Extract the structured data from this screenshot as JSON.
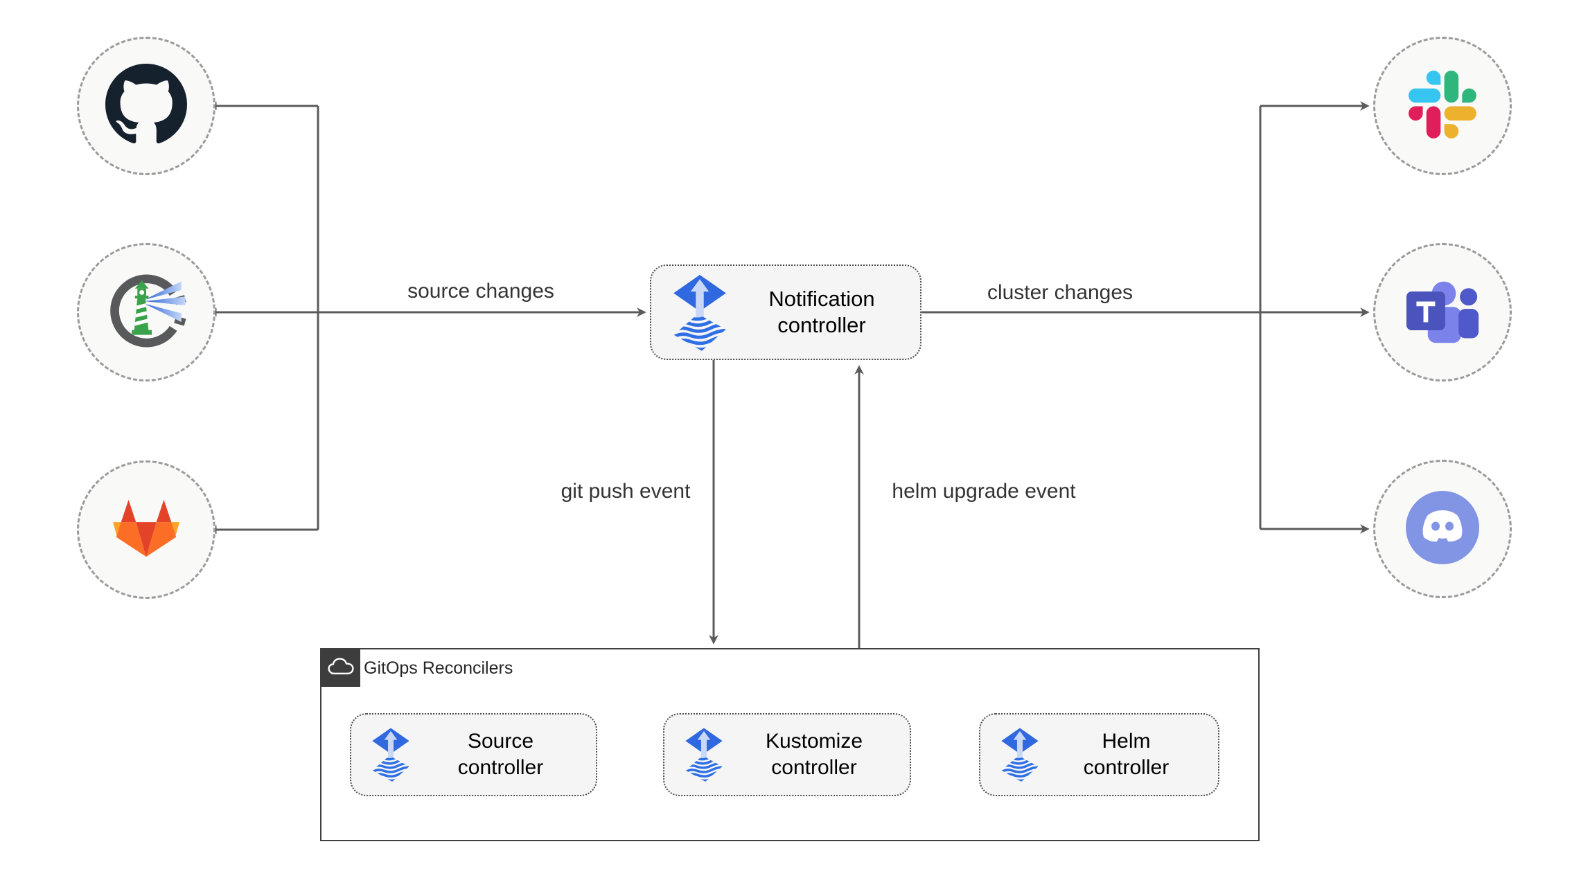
{
  "diagram": {
    "notification": {
      "label": "Notification\ncontroller",
      "icon_name": "flux-icon"
    },
    "edges": {
      "source_changes": "source changes",
      "cluster_changes": "cluster changes",
      "git_push": "git push event",
      "helm_upgrade": "helm upgrade event"
    },
    "sources": [
      {
        "icon_name": "github-icon"
      },
      {
        "icon_name": "harbor-icon"
      },
      {
        "icon_name": "gitlab-icon"
      }
    ],
    "alert_providers": [
      {
        "icon_name": "slack-icon"
      },
      {
        "icon_name": "teams-icon"
      },
      {
        "icon_name": "discord-icon"
      }
    ],
    "reconcilers": {
      "title": "GitOps Reconcilers",
      "badge_icon_name": "cloud-icon",
      "items": [
        {
          "label": "Source\ncontroller",
          "icon_name": "flux-icon"
        },
        {
          "label": "Kustomize\ncontroller",
          "icon_name": "flux-icon"
        },
        {
          "label": "Helm\ncontroller",
          "icon_name": "flux-icon"
        }
      ]
    }
  },
  "colors": {
    "flux_blue": "#3068df",
    "line_gray": "#5b5b5b",
    "box_fill": "#f5f5f5",
    "circle_fill": "#f9f9f7",
    "slack": [
      "#36C5F0",
      "#2EB67D",
      "#ECB22E",
      "#E01E5A"
    ],
    "teams_purple": "#4b53bc",
    "discord_blurple": "#8295e4",
    "gitlab": [
      "#e24329",
      "#fc6d26",
      "#fca326"
    ],
    "harbor_gray": "#58595b",
    "harbor_green": "#3aa24b",
    "github_dark": "#16212e"
  }
}
